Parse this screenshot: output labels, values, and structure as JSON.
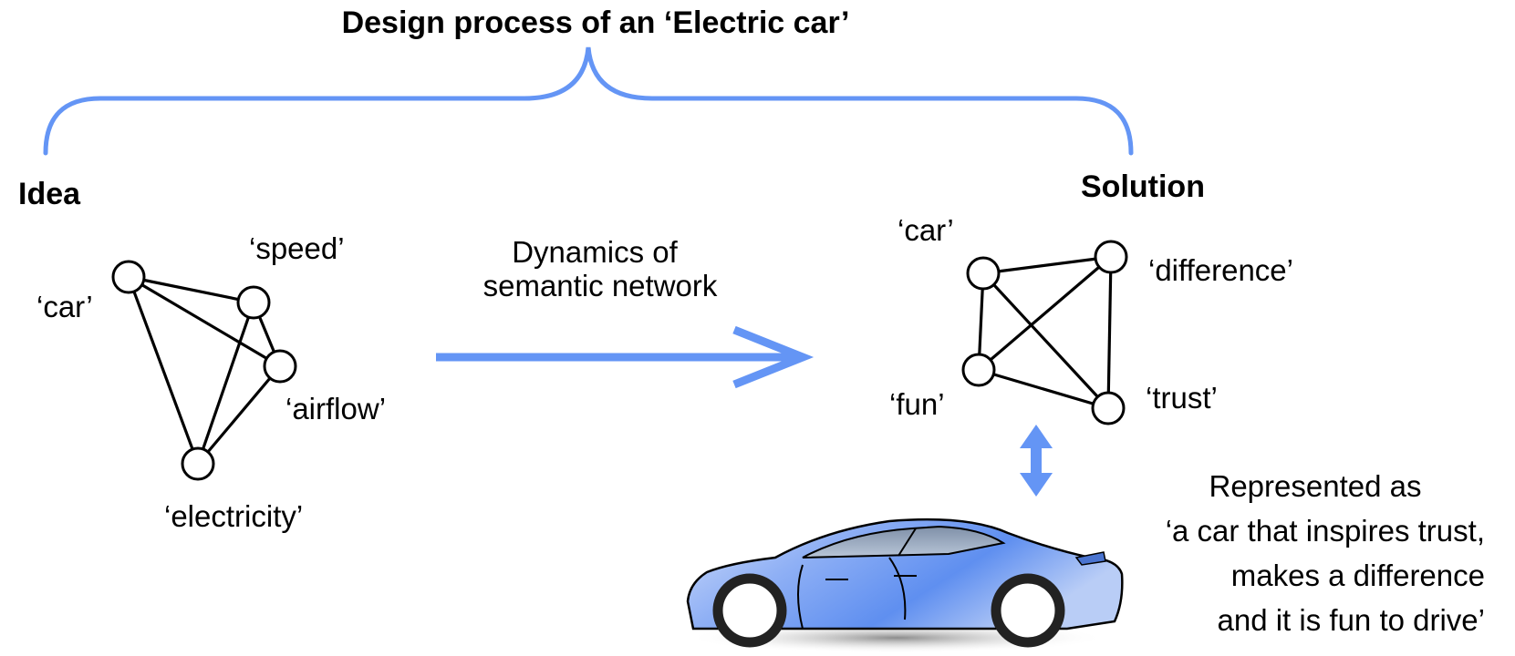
{
  "title": "Design process of an ‘Electric car’",
  "idea": {
    "heading": "Idea",
    "nodes": [
      "‘car’",
      "‘speed’",
      "‘airflow’",
      "‘electricity’"
    ]
  },
  "transition": {
    "line1": "Dynamics of",
    "line2": "semantic network"
  },
  "solution": {
    "heading": "Solution",
    "nodes": [
      "‘car’",
      "‘difference’",
      "‘fun’",
      "‘trust’"
    ]
  },
  "representation": {
    "lines": [
      "Represented as",
      "‘a car that inspires trust,",
      "makes a difference",
      "and it is fun to drive’"
    ]
  },
  "colors": {
    "accent": "#6495f5",
    "car_body": "#6f9cf0",
    "edge": "#000000"
  }
}
